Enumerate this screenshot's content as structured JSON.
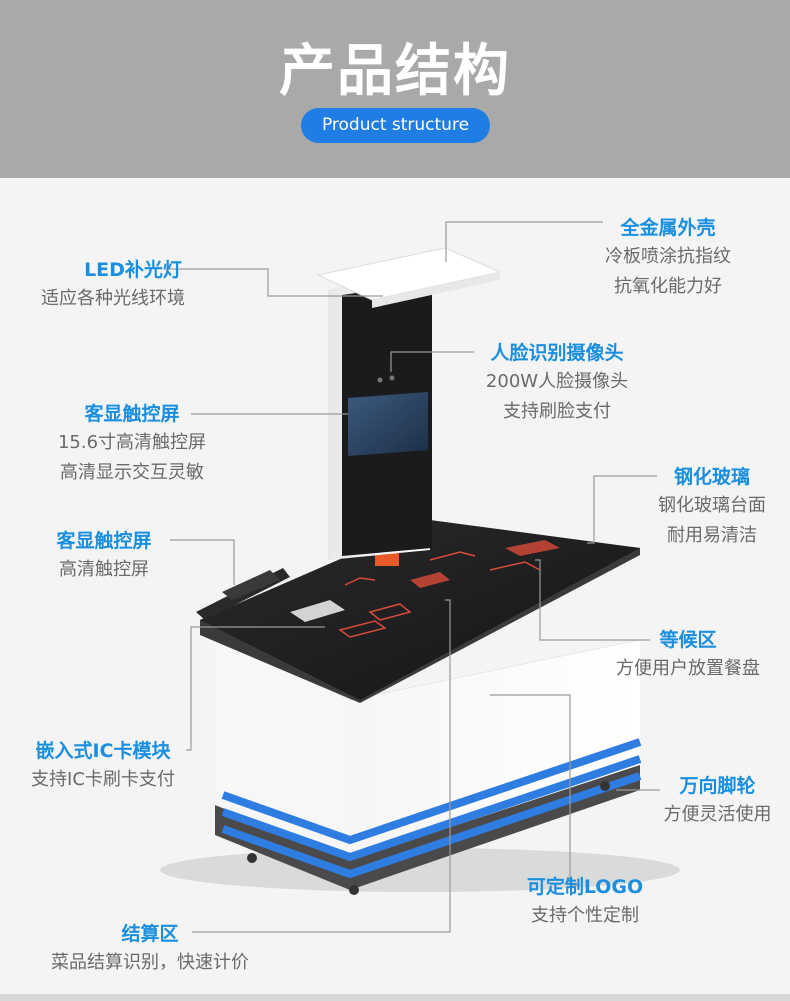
{
  "header": {
    "title": "产品结构",
    "subtitle_pill": "Product structure"
  },
  "colors": {
    "accent": "#1a8fe0",
    "pill": "#1f7de4",
    "header_bg": "#a9a9a9",
    "text_gray": "#6a6a6a",
    "stripe_blue": "#2f7de0"
  },
  "labels": {
    "metal_shell": {
      "title": "全金属外壳",
      "lines": [
        "冷板喷涂抗指纹",
        "抗氧化能力好"
      ]
    },
    "led_light": {
      "title": "LED补光灯",
      "lines": [
        "适应各种光线环境"
      ]
    },
    "face_camera": {
      "title": "人脸识别摄像头",
      "lines": [
        "200W人脸摄像头",
        "支持刷脸支付"
      ]
    },
    "customer_screen": {
      "title": "客显触控屏",
      "lines": [
        "15.6寸高清触控屏",
        "高清显示交互灵敏"
      ]
    },
    "tempered_glass": {
      "title": "钢化玻璃",
      "lines": [
        "钢化玻璃台面",
        "耐用易清洁"
      ]
    },
    "customer_screen_small": {
      "title": "客显触控屏",
      "lines": [
        "高清触控屏"
      ]
    },
    "waiting_area": {
      "title": "等候区",
      "lines": [
        "方便用户放置餐盘"
      ]
    },
    "ic_module": {
      "title": "嵌入式IC卡模块",
      "lines": [
        "支持IC卡刷卡支付"
      ]
    },
    "caster": {
      "title": "万向脚轮",
      "lines": [
        "方便灵活使用"
      ]
    },
    "custom_logo": {
      "title": "可定制LOGO",
      "lines": [
        "支持个性定制"
      ]
    },
    "checkout_area": {
      "title": "结算区",
      "lines": [
        "菜品结算识别，快速计价"
      ]
    }
  }
}
